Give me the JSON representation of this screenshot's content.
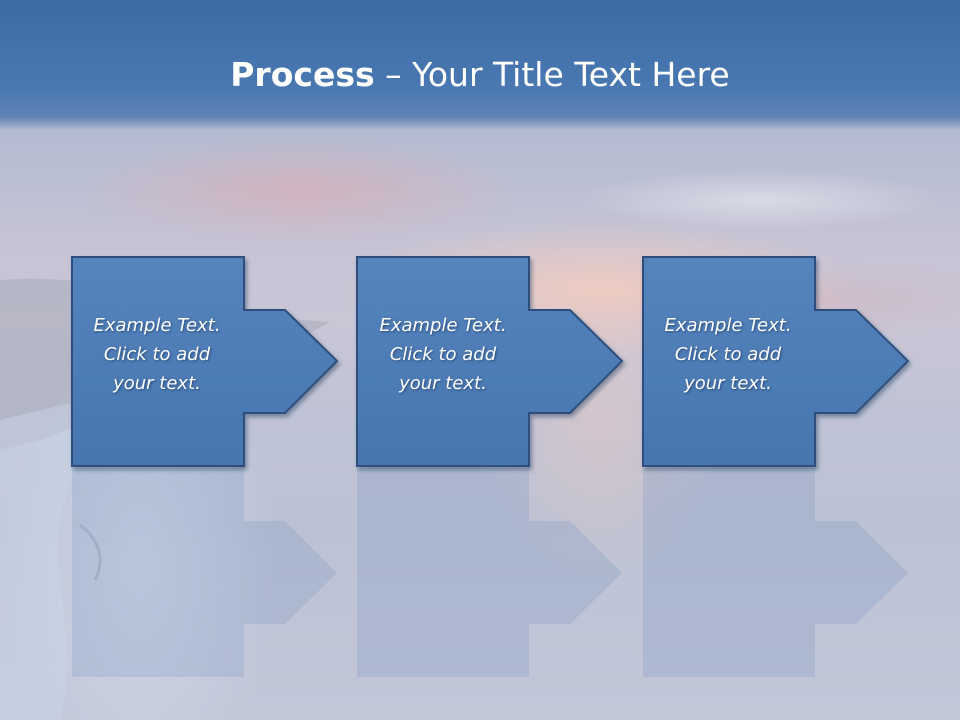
{
  "slide": {
    "title_bold": "Process",
    "title_rest": " – Your Title Text Here",
    "steps": [
      {
        "line1": "Example Text.",
        "line2": "Click  to add",
        "line3": "your text."
      },
      {
        "line1": "Example Text.",
        "line2": "Click  to add",
        "line3": "your text."
      },
      {
        "line1": "Example Text.",
        "line2": "Click  to add",
        "line3": "your text."
      }
    ]
  },
  "colors": {
    "header_blue": "#4a79b2",
    "step_fill": "#4e7bb4",
    "step_border": "#2e4f7d",
    "text": "#ffffff"
  }
}
